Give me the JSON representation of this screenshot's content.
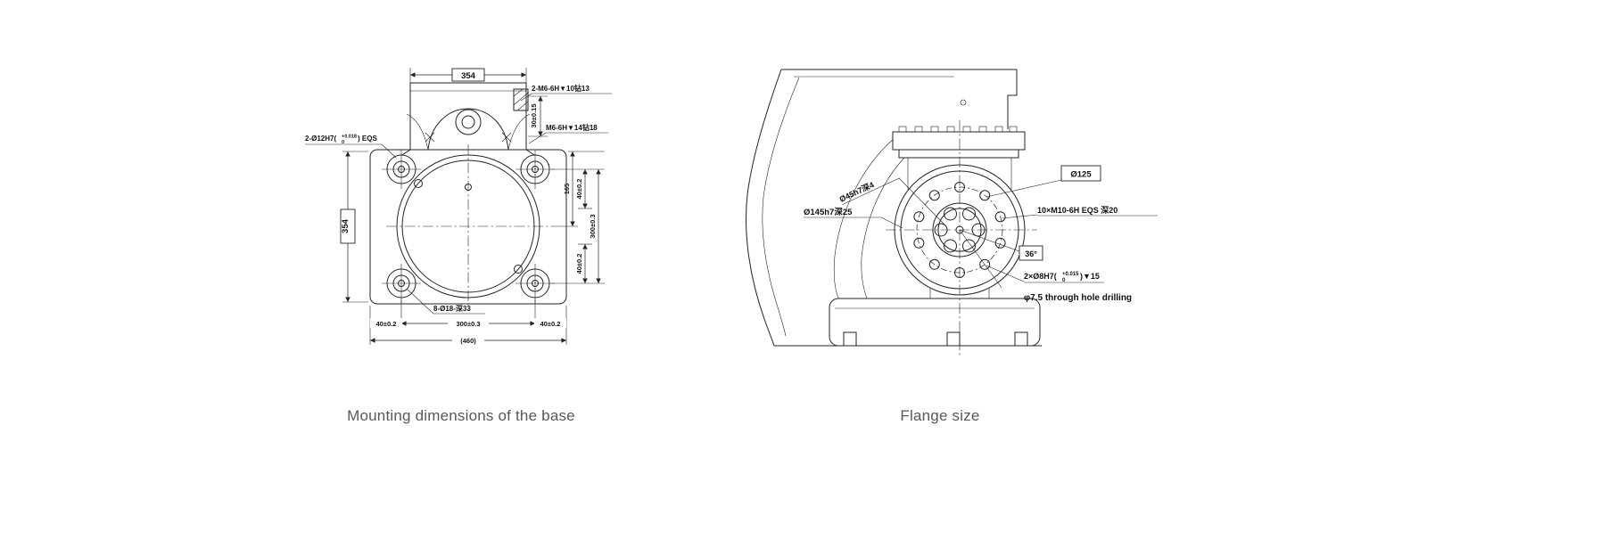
{
  "colors": {
    "line": "#232323",
    "caption": "#57585a"
  },
  "captions": {
    "left": "Mounting dimensions of the base",
    "right": "Flange size"
  },
  "base_drawing": {
    "dim_width_top": "354",
    "dim_height_left": "354",
    "label_pin_holes": {
      "prefix": "2-Ø12H7(",
      "sup": "+0.018",
      "sub": "0",
      "suffix": ") EQS"
    },
    "label_tap_top": "2-M6-6H▼10钻13",
    "label_tap_side": "M6-6H▼14钻18",
    "dim_30": "30±0.15",
    "dim_165": "165",
    "dim_40_right_upper": "40±0.2",
    "dim_300_right": "300±0.3",
    "dim_40_right_lower": "40±0.2",
    "label_bolt_holes": "8-Ø18-深33",
    "dim_40_bottom_left": "40±0.2",
    "dim_300_bottom": "300±0.3",
    "dim_40_bottom_right": "40±0.2",
    "dim_overall": "(460)"
  },
  "flange_drawing": {
    "label_spigot": "Ø45h7深4",
    "label_pilot": "Ø145h7深25",
    "label_bolt_circle_dia": "Ø125",
    "label_tapped_holes": "10×M10-6H EQS 深20",
    "label_angle": "36°",
    "label_dowel": {
      "prefix": "2×Ø8H7(",
      "sup": "+0.015",
      "sub": "0",
      "suffix": ")▼15"
    },
    "label_through_hole": "φ7.5 through hole drilling"
  }
}
